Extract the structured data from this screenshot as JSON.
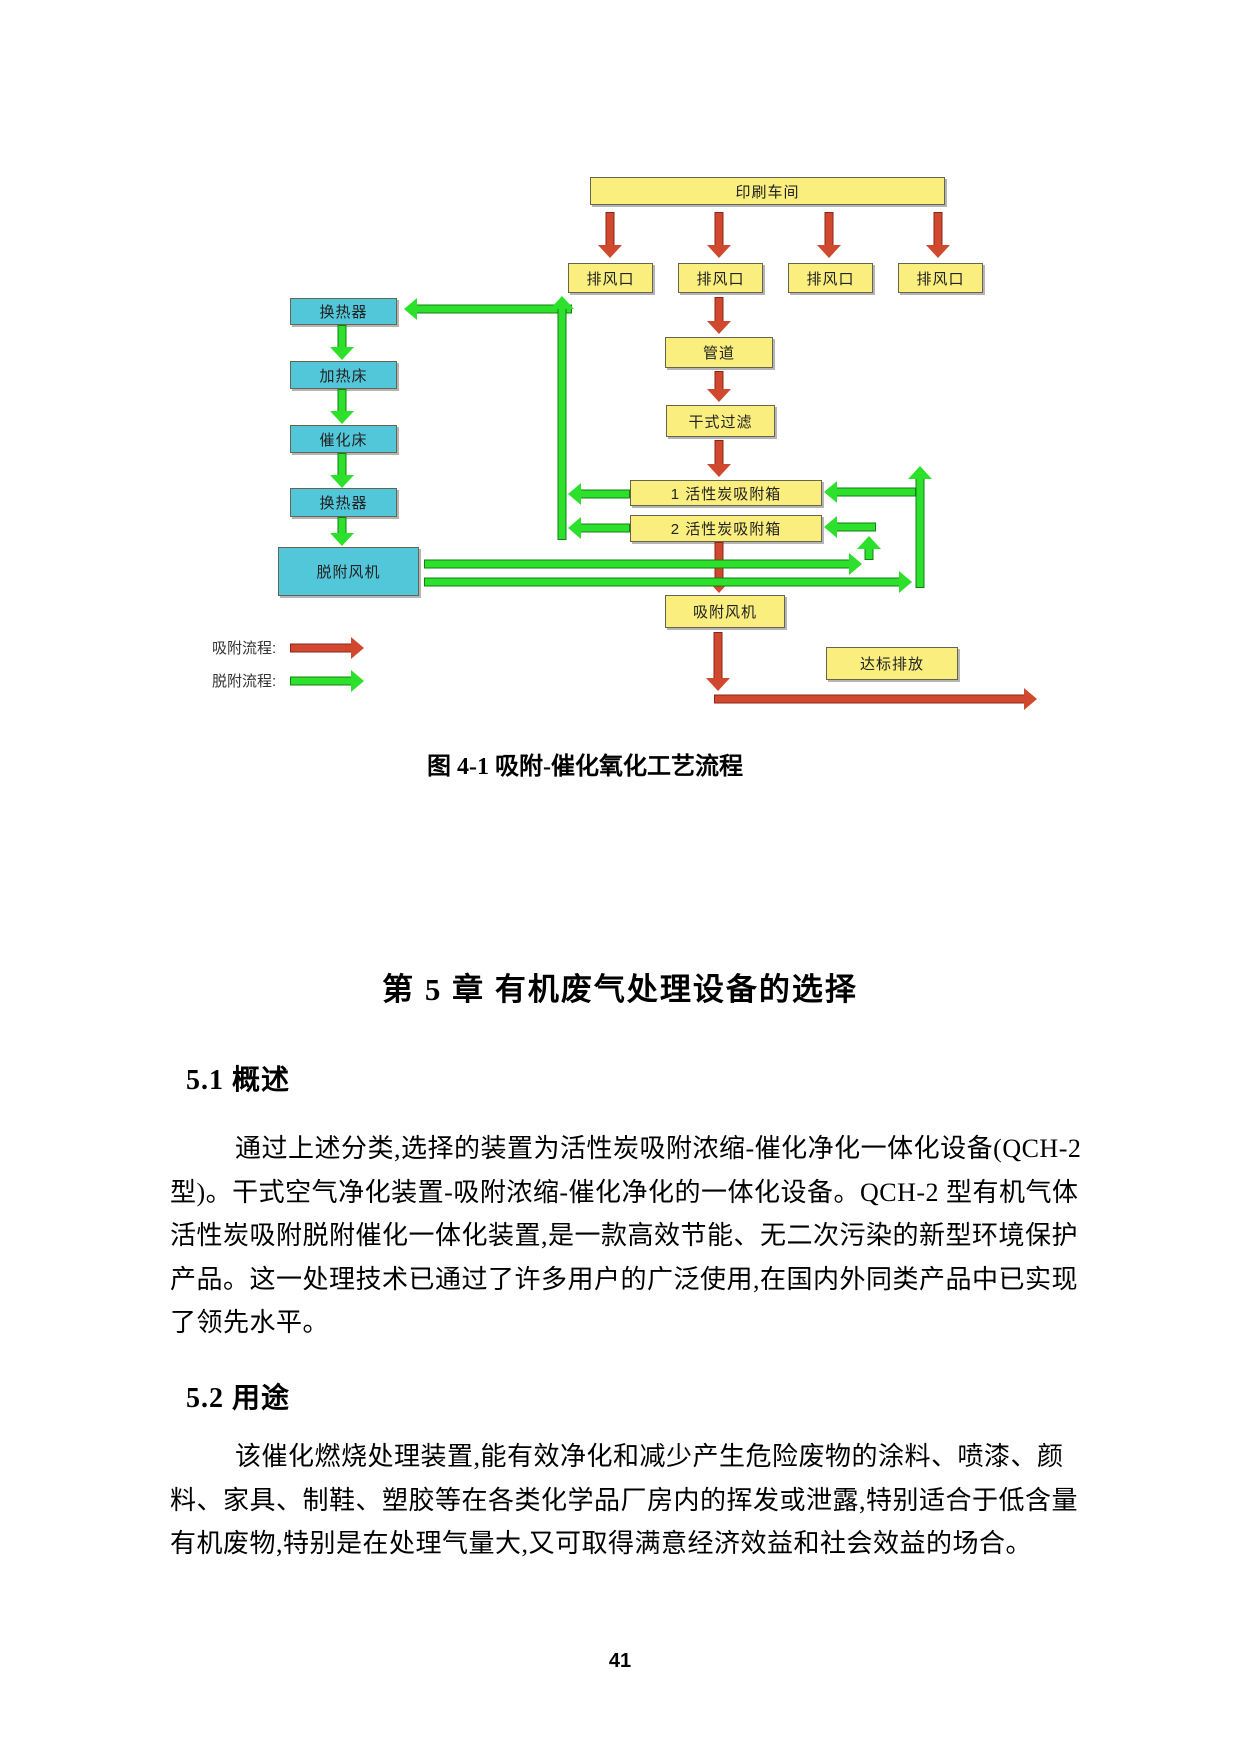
{
  "page": {
    "number": "41"
  },
  "figure": {
    "caption": "图 4-1 吸附-催化氧化工艺流程",
    "colors": {
      "node_yellow": "#f9ee7e",
      "node_cyan": "#52c7da",
      "arrow_red": "#d0492f",
      "arrow_green": "#2ce02c"
    },
    "nodes": {
      "workshop": "印刷车间",
      "vent1": "排风口",
      "vent2": "排风口",
      "vent3": "排风口",
      "vent4": "排风口",
      "pipe": "管道",
      "dry_filter": "干式过滤",
      "carbon_box_1": "1 活性炭吸附箱",
      "carbon_box_2": "2 活性炭吸附箱",
      "adsorption_fan": "吸附风机",
      "discharge": "达标排放",
      "heat_exchanger_1": "换热器",
      "heating_bed": "加热床",
      "catalytic_bed": "催化床",
      "heat_exchanger_2": "换热器",
      "desorption_fan": "脱附风机"
    },
    "legend": [
      {
        "label": "吸附流程:",
        "arrow_color": "#d0492f"
      },
      {
        "label": "脱附流程:",
        "arrow_color": "#2ce02c"
      }
    ]
  },
  "chapter": {
    "title": "第 5 章 有机废气处理设备的选择"
  },
  "sections": [
    {
      "heading": "5.1 概述",
      "lines": [
        "通过上述分类,选择的装置为活性炭吸附浓缩-催化净化一体化设备(QCH-2",
        "型)。干式空气净化装置-吸附浓缩-催化净化的一体化设备。QCH-2 型有机气体",
        "活性炭吸附脱附催化一体化装置,是一款高效节能、无二次污染的新型环境保护",
        "产品。这一处理技术已通过了许多用户的广泛使用,在国内外同类产品中已实现",
        "了领先水平。"
      ]
    },
    {
      "heading": "5.2 用途",
      "lines": [
        "该催化燃烧处理装置,能有效净化和减少产生危险废物的涂料、喷漆、颜",
        "料、家具、制鞋、塑胶等在各类化学品厂房内的挥发或泄露,特别适合于低含量",
        "有机废物,特别是在处理气量大,又可取得满意经济效益和社会效益的场合。"
      ]
    }
  ]
}
